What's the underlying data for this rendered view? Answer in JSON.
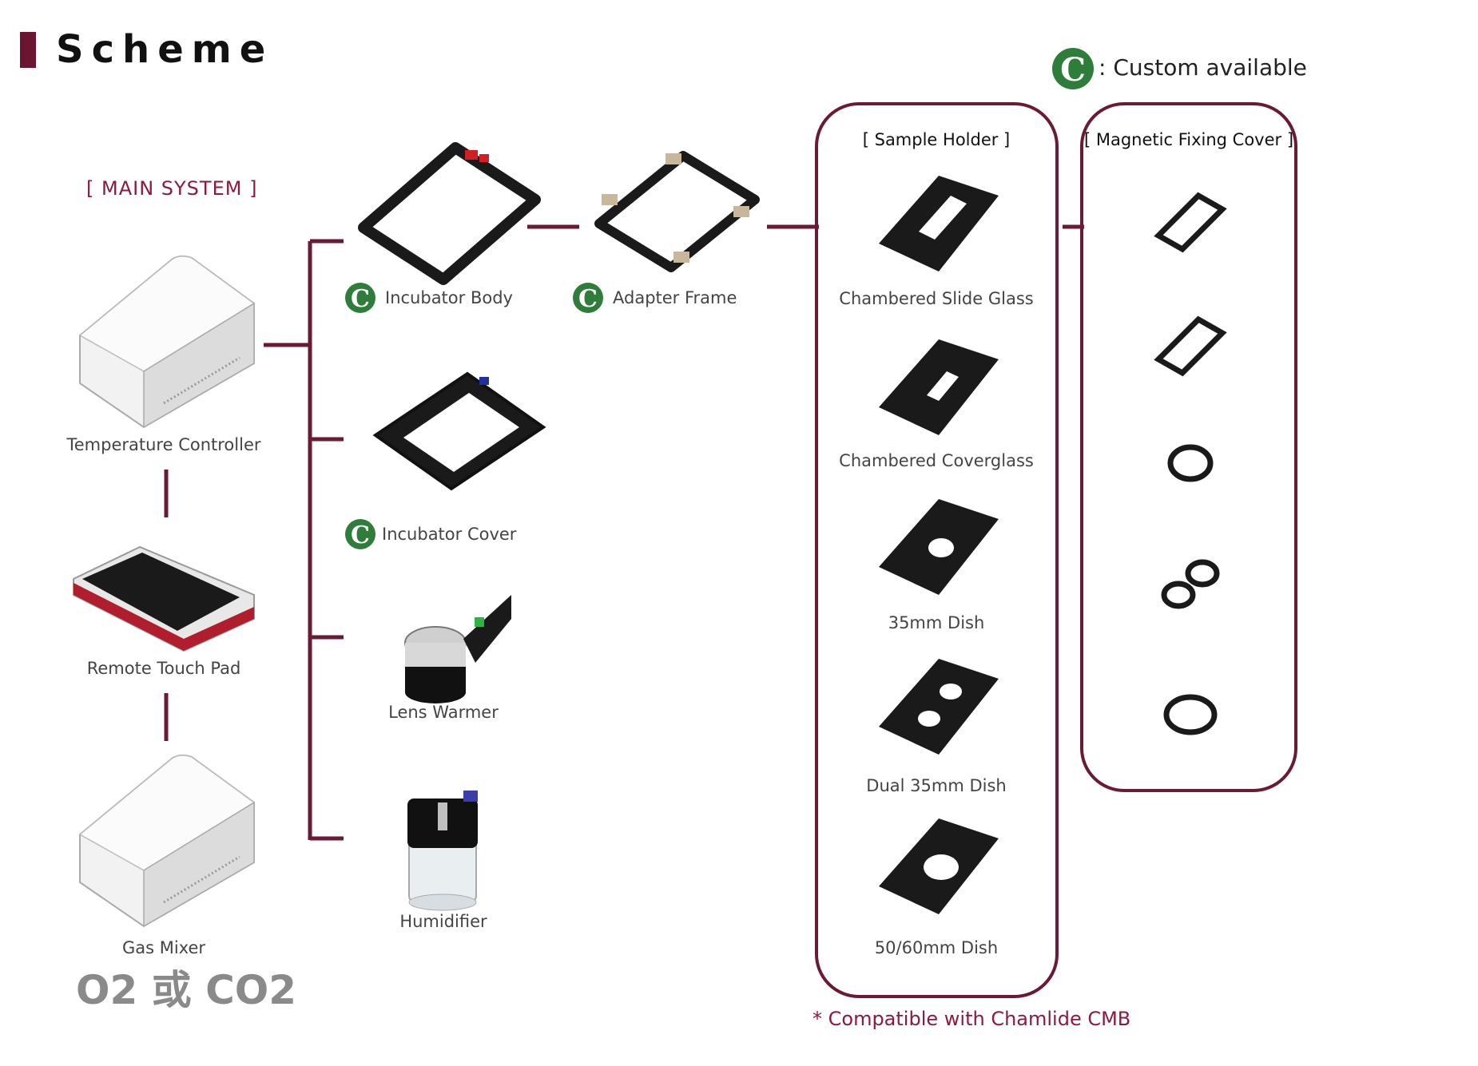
{
  "title": "Scheme",
  "legend": {
    "icon_letter": "C",
    "text": ": Custom available"
  },
  "main_system": {
    "heading": "[ MAIN SYSTEM ]",
    "items": [
      {
        "label": "Temperature Controller"
      },
      {
        "label": "Remote Touch Pad"
      },
      {
        "label": "Gas Mixer"
      }
    ],
    "gas_note": "O2 或 CO2"
  },
  "accessories": {
    "incubator_body": {
      "label": "Incubator Body",
      "custom": true
    },
    "adapter_frame": {
      "label": "Adapter Frame",
      "custom": true
    },
    "incubator_cover": {
      "label": "Incubator Cover",
      "custom": true
    },
    "lens_warmer": {
      "label": "Lens Warmer"
    },
    "humidifier": {
      "label": "Humidifier"
    }
  },
  "sample_holder": {
    "title": "[ Sample Holder ]",
    "items": [
      {
        "label": "Chambered Slide Glass"
      },
      {
        "label": "Chambered Coverglass"
      },
      {
        "label": "35mm Dish"
      },
      {
        "label": "Dual 35mm Dish"
      },
      {
        "label": "50/60mm Dish"
      }
    ]
  },
  "magnetic_cover": {
    "title": "[ Magnetic Fixing Cover ]"
  },
  "footnote": "* Compatible with Chamlide CMB",
  "colors": {
    "accent": "#6b1a34",
    "heading": "#8b1a3c",
    "custom_badge": "#2f7d3a",
    "gas_text": "#8a8a8a"
  }
}
